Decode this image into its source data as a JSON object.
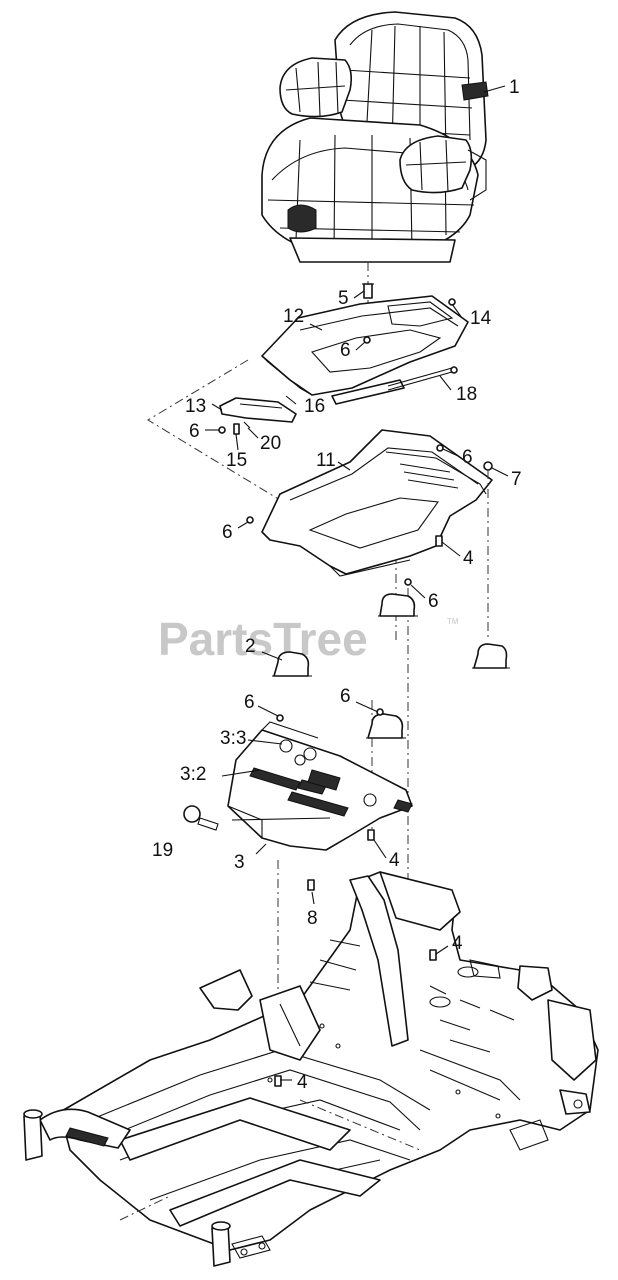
{
  "watermark": {
    "text": "PartsTree",
    "trademark": "TM",
    "color": "#c8c8c8"
  },
  "callouts": [
    {
      "key": "c1",
      "label": "1"
    },
    {
      "key": "c5",
      "label": "5"
    },
    {
      "key": "c12",
      "label": "12"
    },
    {
      "key": "c14",
      "label": "14"
    },
    {
      "key": "c6a",
      "label": "6"
    },
    {
      "key": "c18",
      "label": "18"
    },
    {
      "key": "c13",
      "label": "13"
    },
    {
      "key": "c16",
      "label": "16"
    },
    {
      "key": "c6b",
      "label": "6"
    },
    {
      "key": "c20",
      "label": "20"
    },
    {
      "key": "c15",
      "label": "15"
    },
    {
      "key": "c11",
      "label": "11"
    },
    {
      "key": "c6c",
      "label": "6"
    },
    {
      "key": "c7",
      "label": "7"
    },
    {
      "key": "c6d",
      "label": "6"
    },
    {
      "key": "c4a",
      "label": "4"
    },
    {
      "key": "c6e",
      "label": "6"
    },
    {
      "key": "c2",
      "label": "2"
    },
    {
      "key": "c6f",
      "label": "6"
    },
    {
      "key": "c6g",
      "label": "6"
    },
    {
      "key": "c33",
      "label": "3:3"
    },
    {
      "key": "c32",
      "label": "3:2"
    },
    {
      "key": "c19",
      "label": "19"
    },
    {
      "key": "c3",
      "label": "3"
    },
    {
      "key": "c4b",
      "label": "4"
    },
    {
      "key": "c8",
      "label": "8"
    },
    {
      "key": "c4c",
      "label": "4"
    },
    {
      "key": "c4d",
      "label": "4"
    }
  ]
}
